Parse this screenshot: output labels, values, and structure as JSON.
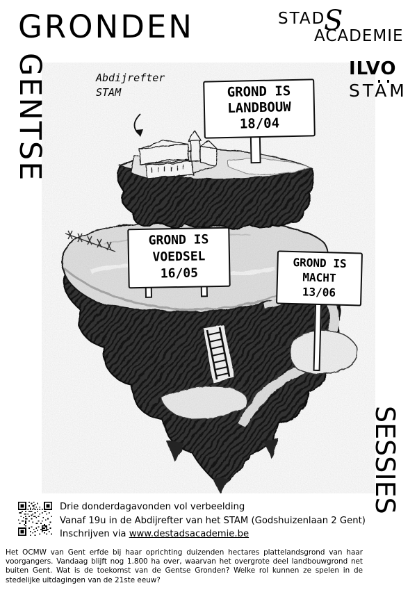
{
  "titles": {
    "top": "GRONDEN",
    "left": "GENTSE",
    "right": "SESSIES"
  },
  "logos": {
    "stadsacademie": {
      "line1": "STAD",
      "swash_s": "S",
      "line2": "ACADEMIE"
    },
    "ilvo": "ILVO",
    "stam": "STAM"
  },
  "annotation": {
    "line1": "Abdijrefter",
    "line2": "STAM"
  },
  "signs": [
    {
      "line1": "GROND IS",
      "line2": "LANDBOUW",
      "date": "18/04"
    },
    {
      "line1": "GROND IS",
      "line2": "VOEDSEL",
      "date": "16/05"
    },
    {
      "line1": "GROND IS",
      "line2": "MACHT",
      "date": "13/06"
    }
  ],
  "footer": {
    "line1": "Drie donderdagavonden vol verbeelding",
    "line2": "Vanaf 19u in de Abdijrefter van het STAM (Godshuizenlaan 2 Gent)",
    "line3_prefix": "Inschrijven via ",
    "line3_url": "www.destadsacademie.be",
    "paragraph": "Het OCMW van Gent erfde bij haar oprichting duizenden hectares plattelandsgrond van haar voorgangers. Vandaag blijft nog 1.800 ha over, waarvan het overgrote deel landbouwgrond net buiten Gent. Wat is de toekomst van de Gentse Gronden? Welke rol kunnen ze spelen in de stedelijke uitdagingen van de 21ste eeuw?"
  },
  "colors": {
    "ink": "#000000",
    "paper": "#ffffff"
  }
}
